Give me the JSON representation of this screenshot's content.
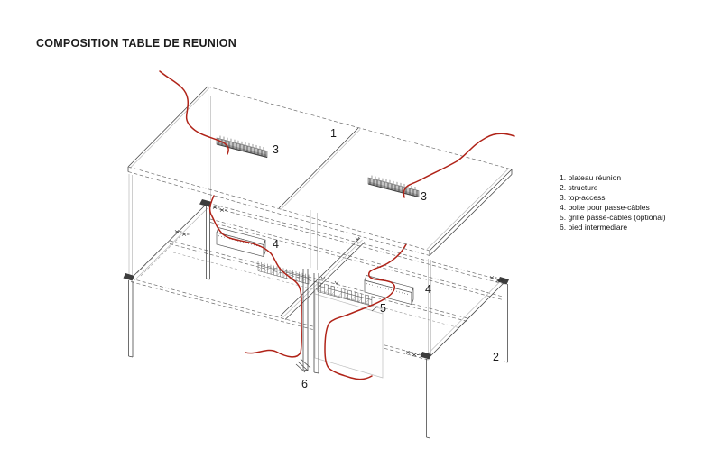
{
  "header": {
    "title": "COMPOSITION TABLE DE REUNION"
  },
  "legend": {
    "items": [
      "1. plateau réunion",
      "2. structure",
      "3. top-access",
      "4. boite pour passe-câbles",
      "5. grille passe-câbles (optional)",
      "6. pied intermediare"
    ]
  },
  "diagram": {
    "description": "Exploded isometric line drawing of a modular meeting table: two table tops with top-access slots and red cables above, structure frame with cable boxes, cable grilles, intermediate leg and four corner legs below",
    "part_labels": {
      "n1": "1",
      "n2": "2",
      "n3": "3",
      "n4": "4",
      "n5": "5",
      "n6": "6"
    },
    "colors": {
      "cable_red": "#b02318",
      "line_dark": "#4a4a4a",
      "line_dashed": "#6e6e6e",
      "background": "#ffffff"
    }
  }
}
